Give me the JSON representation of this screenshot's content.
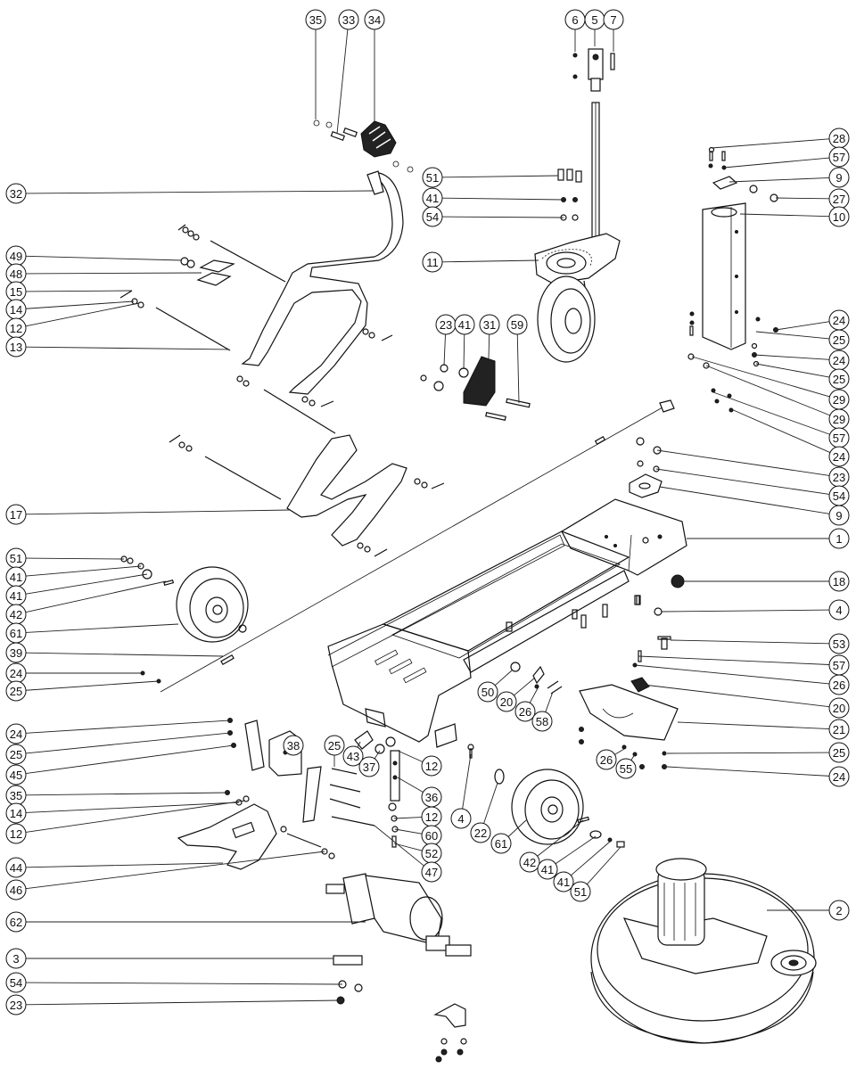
{
  "diagram": {
    "type": "exploded-parts-diagram",
    "callouts": [
      {
        "id": "35"
      },
      {
        "id": "33"
      },
      {
        "id": "34"
      },
      {
        "id": "6"
      },
      {
        "id": "5"
      },
      {
        "id": "7"
      },
      {
        "id": "28"
      },
      {
        "id": "57"
      },
      {
        "id": "9"
      },
      {
        "id": "27"
      },
      {
        "id": "10"
      },
      {
        "id": "32"
      },
      {
        "id": "51"
      },
      {
        "id": "41"
      },
      {
        "id": "54"
      },
      {
        "id": "11"
      },
      {
        "id": "49"
      },
      {
        "id": "48"
      },
      {
        "id": "15"
      },
      {
        "id": "14"
      },
      {
        "id": "12"
      },
      {
        "id": "13"
      },
      {
        "id": "23"
      },
      {
        "id": "41"
      },
      {
        "id": "31"
      },
      {
        "id": "59"
      },
      {
        "id": "24"
      },
      {
        "id": "25"
      },
      {
        "id": "24"
      },
      {
        "id": "25"
      },
      {
        "id": "29"
      },
      {
        "id": "29"
      },
      {
        "id": "57"
      },
      {
        "id": "24"
      },
      {
        "id": "23"
      },
      {
        "id": "54"
      },
      {
        "id": "9"
      },
      {
        "id": "1"
      },
      {
        "id": "17"
      },
      {
        "id": "51"
      },
      {
        "id": "41"
      },
      {
        "id": "41"
      },
      {
        "id": "42"
      },
      {
        "id": "61"
      },
      {
        "id": "39"
      },
      {
        "id": "24"
      },
      {
        "id": "25"
      },
      {
        "id": "18"
      },
      {
        "id": "4"
      },
      {
        "id": "53"
      },
      {
        "id": "57"
      },
      {
        "id": "26"
      },
      {
        "id": "20"
      },
      {
        "id": "50"
      },
      {
        "id": "20"
      },
      {
        "id": "26"
      },
      {
        "id": "58"
      },
      {
        "id": "21"
      },
      {
        "id": "24"
      },
      {
        "id": "25"
      },
      {
        "id": "45"
      },
      {
        "id": "38"
      },
      {
        "id": "25"
      },
      {
        "id": "43"
      },
      {
        "id": "37"
      },
      {
        "id": "12"
      },
      {
        "id": "4"
      },
      {
        "id": "26"
      },
      {
        "id": "55"
      },
      {
        "id": "25"
      },
      {
        "id": "24"
      },
      {
        "id": "35"
      },
      {
        "id": "14"
      },
      {
        "id": "12"
      },
      {
        "id": "36"
      },
      {
        "id": "12"
      },
      {
        "id": "60"
      },
      {
        "id": "52"
      },
      {
        "id": "22"
      },
      {
        "id": "61"
      },
      {
        "id": "44"
      },
      {
        "id": "47"
      },
      {
        "id": "46"
      },
      {
        "id": "42"
      },
      {
        "id": "41"
      },
      {
        "id": "41"
      },
      {
        "id": "51"
      },
      {
        "id": "2"
      },
      {
        "id": "62"
      },
      {
        "id": "3"
      },
      {
        "id": "54"
      },
      {
        "id": "23"
      }
    ]
  }
}
